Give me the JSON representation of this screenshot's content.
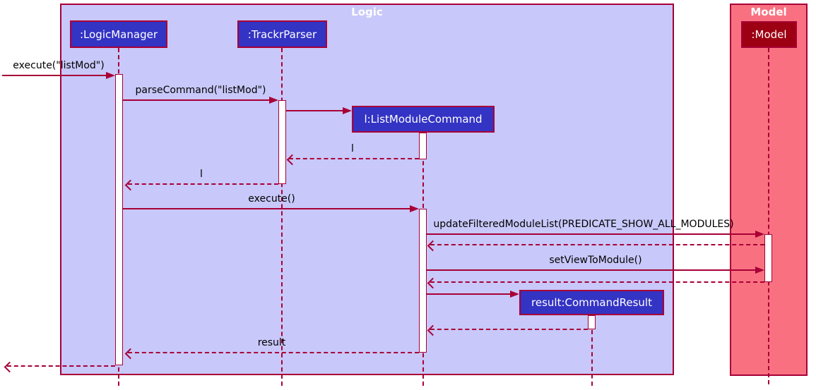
{
  "diagram": {
    "type": "uml-sequence-diagram",
    "frames": {
      "logic": {
        "title": "Logic"
      },
      "model": {
        "title": "Model"
      }
    },
    "participants": {
      "logic_manager": ":LogicManager",
      "trackr_parser": ":TrackrParser",
      "list_module_command": "l:ListModuleCommand",
      "command_result": "result:CommandResult",
      "model": ":Model"
    },
    "messages": {
      "execute_external": "execute(\"listMod\")",
      "parse_command": "parseCommand(\"listMod\")",
      "return_l_to_parser": "l",
      "return_l_to_manager": "l",
      "execute_command": "execute()",
      "update_filtered_module_list": "updateFilteredModuleList(PREDICATE_SHOW_ALL_MODULES)",
      "set_view_to_module": "setViewToModule()",
      "result_return": "result"
    },
    "colors": {
      "frame_border": "#A80036",
      "arrow": "#A80036",
      "logic_frame_fill": "#C8C8FA",
      "model_frame_fill": "#F97181",
      "logic_participant_fill": "#3333C4",
      "model_participant_fill": "#9D0012",
      "activation_fill": "#FFFFFF",
      "title_text": "#FFFFFF",
      "message_text": "#000000"
    }
  }
}
